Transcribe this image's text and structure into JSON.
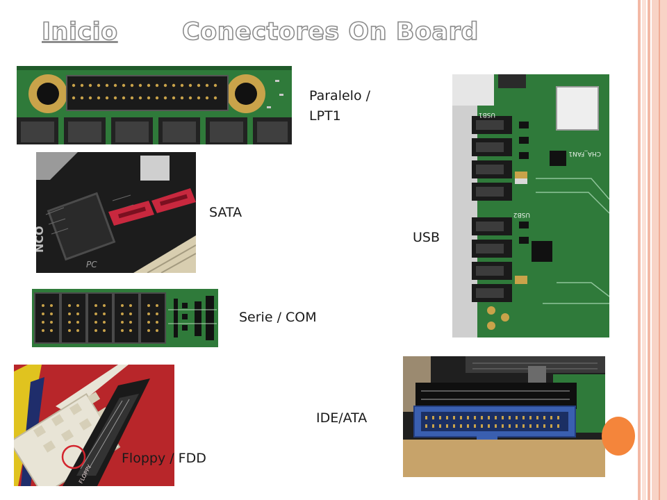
{
  "slide": {
    "nav_link": "Inicio",
    "title": "Conectores On Board"
  },
  "labels": {
    "parallel": "Paralelo / LPT1",
    "sata": "SATA",
    "usb": "USB",
    "serial": "Serie / COM",
    "ide": "IDE/ATA",
    "floppy": "Floppy / FDD"
  },
  "photo_text": {
    "usb_header_1": "USB1",
    "usb_header_2": "USB2",
    "fan_header": "CHA_FAN1",
    "floppy_header": "FLOPPY",
    "sata_brand": "NCO",
    "sata_watermark": "PC"
  },
  "colors": {
    "pcb_green": "#2f7a3a",
    "sata_red": "#c8283e",
    "ide_blue": "#3a5fb0",
    "accent_orange": "#f4853b",
    "border_salmon": "#f6c7b6"
  }
}
